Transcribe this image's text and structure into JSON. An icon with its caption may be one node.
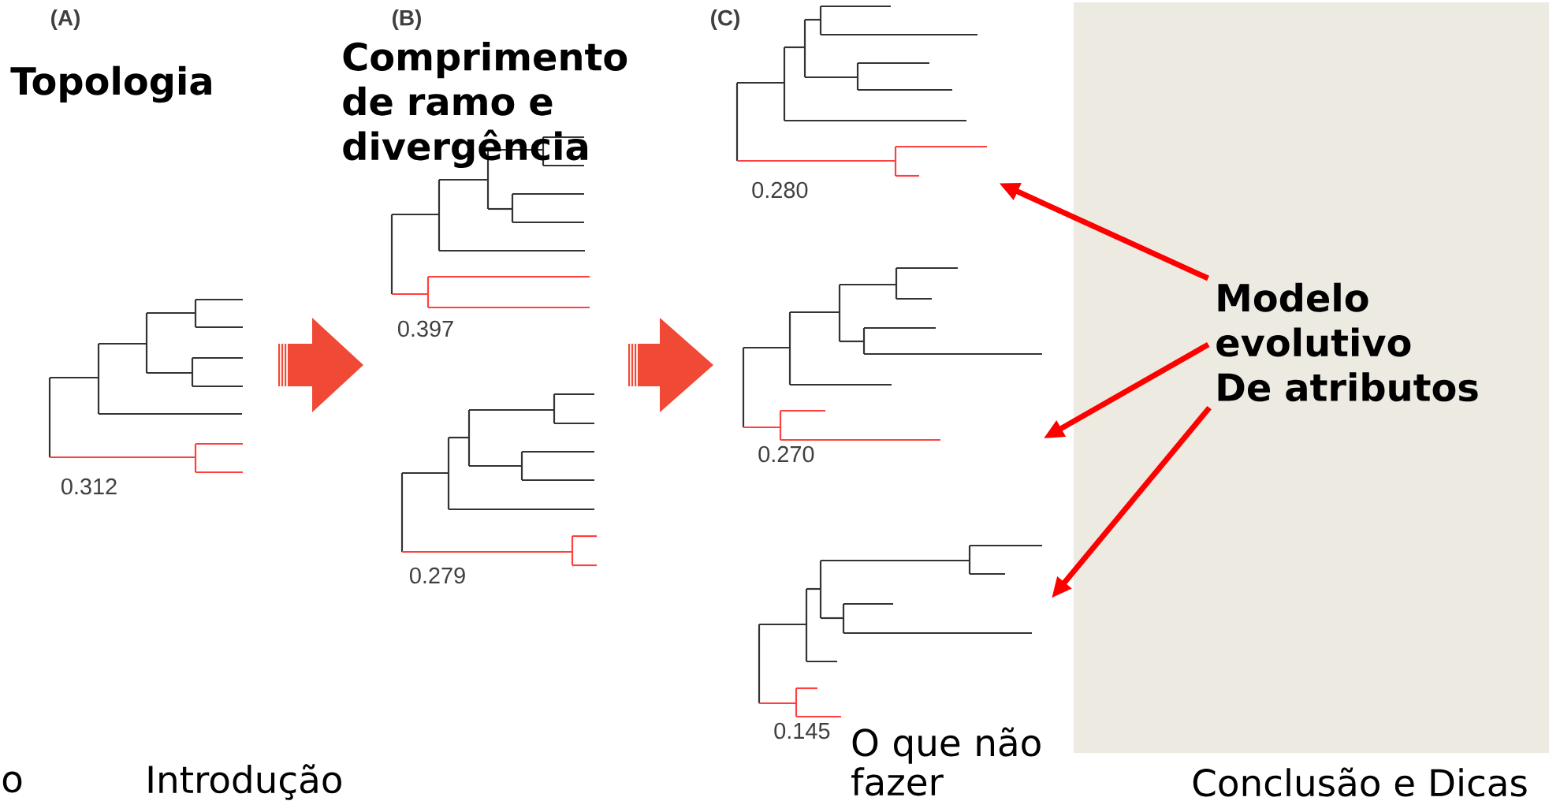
{
  "diagram": {
    "nodes": [
      {
        "text": [
          "Modelo evolutivo",
          "De atributos"
        ]
      },
      {
        "text": [],
        "shape": "picture",
        "beside": [
          "0.280"
        ]
      },
      {
        "text": [],
        "shape": "picture",
        "beside": [
          "0.270"
        ]
      },
      {
        "text": [],
        "shape": "picture",
        "beside": [
          "0.145"
        ]
      }
    ],
    "edges": [
      {
        "from": 0,
        "to": 1,
        "arrow": "to"
      },
      {
        "from": 0,
        "to": 2,
        "arrow": "to"
      },
      {
        "from": 0,
        "to": 3,
        "arrow": "to"
      }
    ],
    "labels": [
      "(A)",
      "(B)",
      "(C)",
      "Topologia",
      "Comprimento de ramo e divergência",
      "0.312",
      "0.397",
      "0.279",
      "o",
      "Introdução",
      "O que não fazer",
      "Conclusão e Dicas"
    ]
  }
}
